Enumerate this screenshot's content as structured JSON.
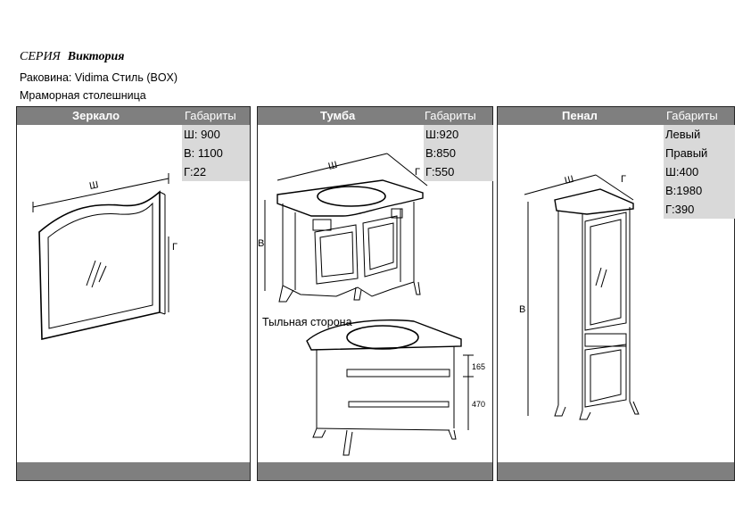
{
  "header": {
    "series_label": "СЕРИЯ",
    "series_name": "Виктория",
    "sink_line": "Раковина: Vidima Стиль (BOX)",
    "top_line": "Мраморная столешница"
  },
  "panels": {
    "mirror": {
      "title": "Зеркало",
      "dims_header": "Габариты",
      "dims": [
        "Ш: 900",
        "В: 1100",
        "Г:22"
      ],
      "drawing_labels": {
        "w": "Ш",
        "d": "Г"
      }
    },
    "cabinet": {
      "title": "Тумба",
      "dims_header": "Габариты",
      "dims": [
        "Ш:920",
        "В:850",
        "Г:550"
      ],
      "back_label": "Тыльная сторона",
      "drawing_labels": {
        "w": "Ш",
        "d": "Г",
        "h": "В",
        "dim_top": "165",
        "dim_bottom": "470"
      }
    },
    "tall": {
      "title": "Пенал",
      "dims_header": "Габариты",
      "dims": [
        "Левый",
        "Правый",
        "Ш:400",
        "В:1980",
        "Г:390"
      ],
      "drawing_labels": {
        "w": "Ш",
        "d": "Г",
        "h": "В"
      }
    }
  }
}
